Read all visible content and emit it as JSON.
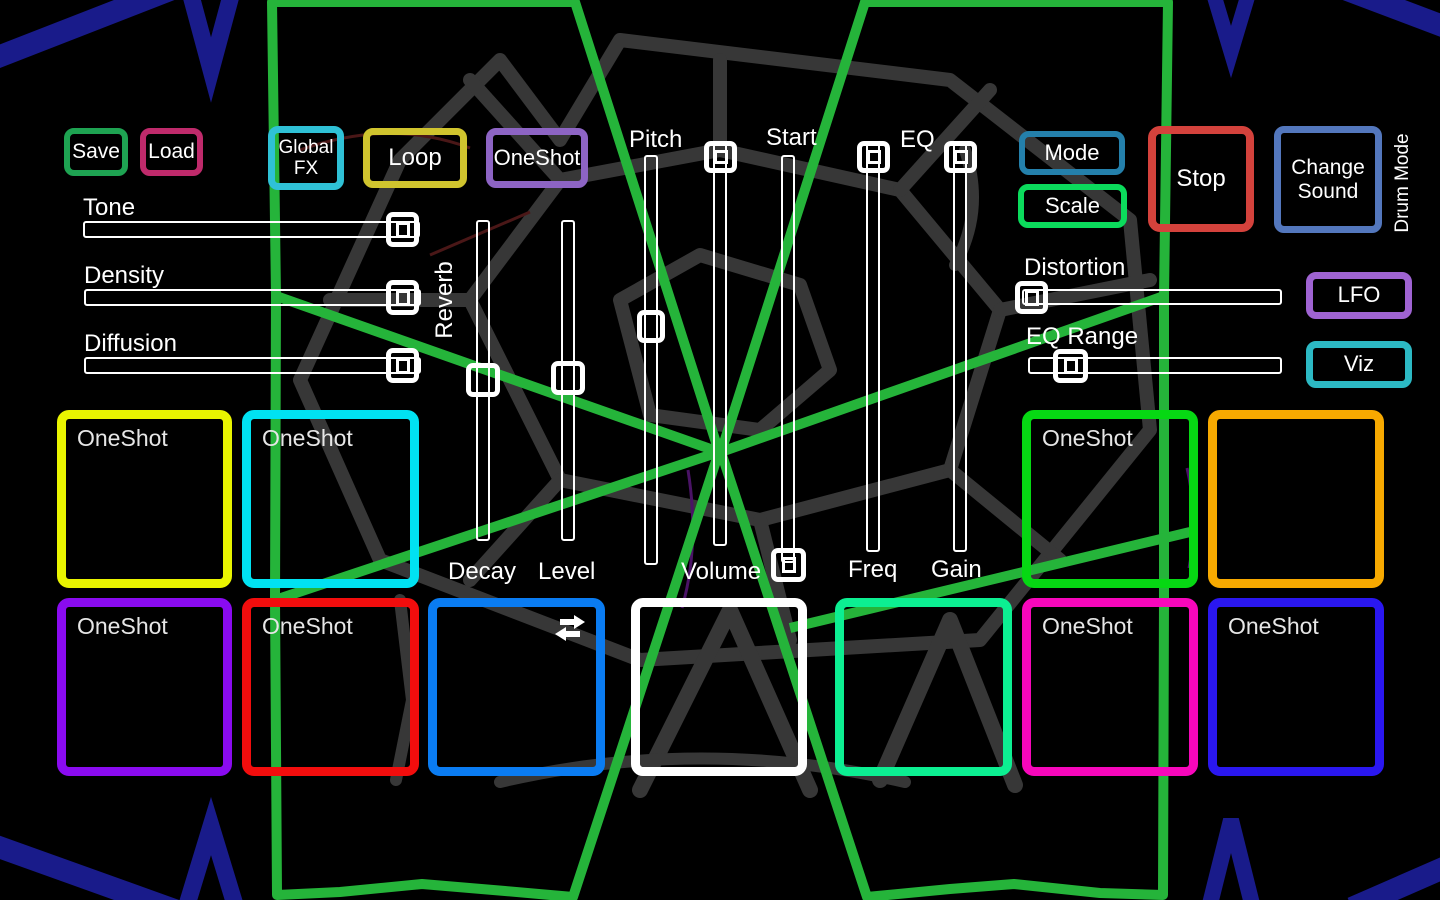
{
  "app": {
    "mode_indicator": "Drum Mode"
  },
  "toolbar": {
    "save": "Save",
    "load": "Load",
    "global_fx_line1": "Global",
    "global_fx_line2": "FX",
    "loop": "Loop",
    "oneshot": "OneShot"
  },
  "transport": {
    "mode": "Mode",
    "scale": "Scale",
    "stop": "Stop",
    "change_sound": "Change Sound"
  },
  "side_buttons": {
    "lfo": "LFO",
    "viz": "Viz"
  },
  "sliders": {
    "tone": {
      "label": "Tone",
      "value_pct": 93
    },
    "density": {
      "label": "Density",
      "value_pct": 93
    },
    "diffusion": {
      "label": "Diffusion",
      "value_pct": 93
    },
    "distortion": {
      "label": "Distortion",
      "value_pct": 0
    },
    "eq_range": {
      "label": "EQ Range",
      "value_pct": 13
    },
    "reverb_group_label": "Reverb",
    "eq_group_label": "EQ",
    "decay": {
      "label": "Decay",
      "value_pct": 47
    },
    "level": {
      "label": "Level",
      "value_pct": 48
    },
    "pitch": {
      "label": "Pitch",
      "value_pct": 58
    },
    "volume": {
      "label": "Volume",
      "value_pct": 100
    },
    "start": {
      "label": "Start",
      "value_pct": 2
    },
    "freq": {
      "label": "Freq",
      "value_pct": 100
    },
    "gain": {
      "label": "Gain",
      "value_pct": 100
    }
  },
  "pads": [
    {
      "label": "OneShot",
      "color": "#e9f400"
    },
    {
      "label": "OneShot",
      "color": "#00e2f2"
    },
    {
      "label": "OneShot",
      "color": "#06d813"
    },
    {
      "label": "",
      "color": "#f7a900"
    },
    {
      "label": "OneShot",
      "color": "#8a0bf0"
    },
    {
      "label": "OneShot",
      "color": "#f20d0d"
    },
    {
      "label": "",
      "color": "#0a7cf2",
      "icon": "repeat-icon"
    },
    {
      "label": "",
      "color": "#ffffff"
    },
    {
      "label": "",
      "color": "#0cef92"
    },
    {
      "label": "OneShot",
      "color": "#f707bb"
    },
    {
      "label": "OneShot",
      "color": "#2a17f0"
    }
  ],
  "button_colors": {
    "save": "#1ea352",
    "load": "#bf2a6b",
    "global_fx": "#2fc1d6",
    "loop": "#d0c42e",
    "oneshot": "#8d64c4",
    "mode": "#2480ab",
    "scale": "#0bdb5c",
    "stop": "#d4423c",
    "change_sound": "#5377bd",
    "lfo": "#9f63d2",
    "viz": "#2cb9c4"
  },
  "art": {
    "navy": "#191b8a",
    "green": "#25b43a",
    "web_gray": "#3a3a3a",
    "maroon": "#4a1717",
    "purple": "#4a1366"
  }
}
